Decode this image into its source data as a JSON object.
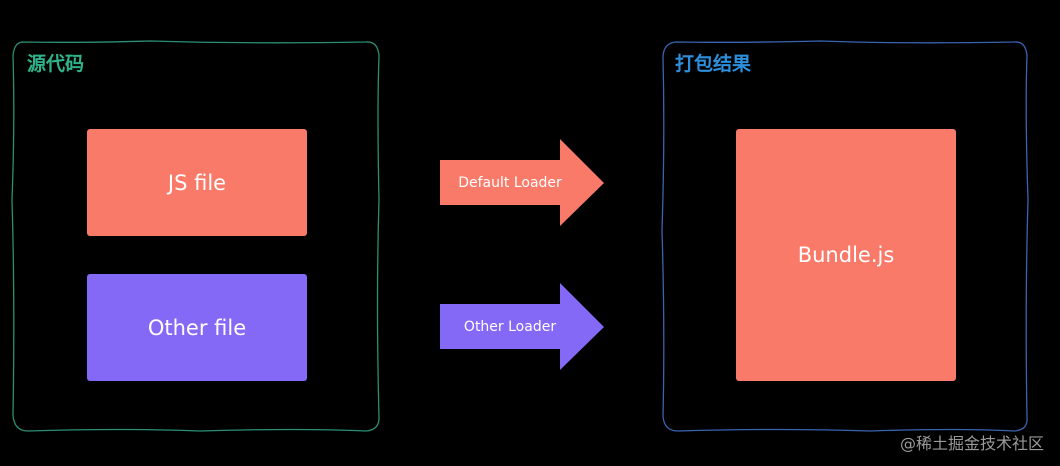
{
  "colors": {
    "background": "#000000",
    "source_frame": "#2b8f74",
    "output_frame": "#3a63b0",
    "source_title": "#2fb38a",
    "output_title": "#2e8fdc",
    "js_box": "#fa7a6a",
    "other_box": "#8468f6",
    "bundle_box": "#fa7a6a",
    "watermark": "#9a9a9a"
  },
  "source": {
    "title": "源代码",
    "js_file": "JS file",
    "other_file": "Other file"
  },
  "arrows": {
    "default_loader": "Default Loader",
    "other_loader": "Other Loader"
  },
  "output": {
    "title": "打包结果",
    "bundle": "Bundle.js"
  },
  "watermark": "@稀土掘金技术社区"
}
